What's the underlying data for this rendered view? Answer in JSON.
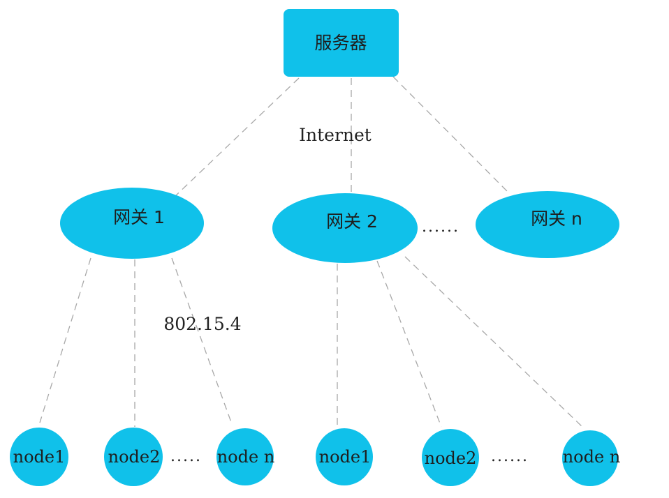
{
  "colors": {
    "node_fill": "#10c1ea",
    "link_stroke": "#a8a8a8",
    "text": "#1e1e1e"
  },
  "server": {
    "label": "服务器"
  },
  "gateways": [
    {
      "label": "网关 1"
    },
    {
      "label": "网关 2"
    },
    {
      "label": "网关 n"
    }
  ],
  "gateway_ellipsis": "......",
  "nodes": [
    {
      "label": "node1"
    },
    {
      "label": "node2"
    },
    {
      "label": "node n"
    },
    {
      "label": "node1"
    },
    {
      "label": "node2"
    },
    {
      "label": "node n"
    }
  ],
  "node_ellipsis": ".....",
  "node_ellipsis_2": "......",
  "edge_labels": {
    "internet": "Internet",
    "zigbee": "802.15.4"
  }
}
